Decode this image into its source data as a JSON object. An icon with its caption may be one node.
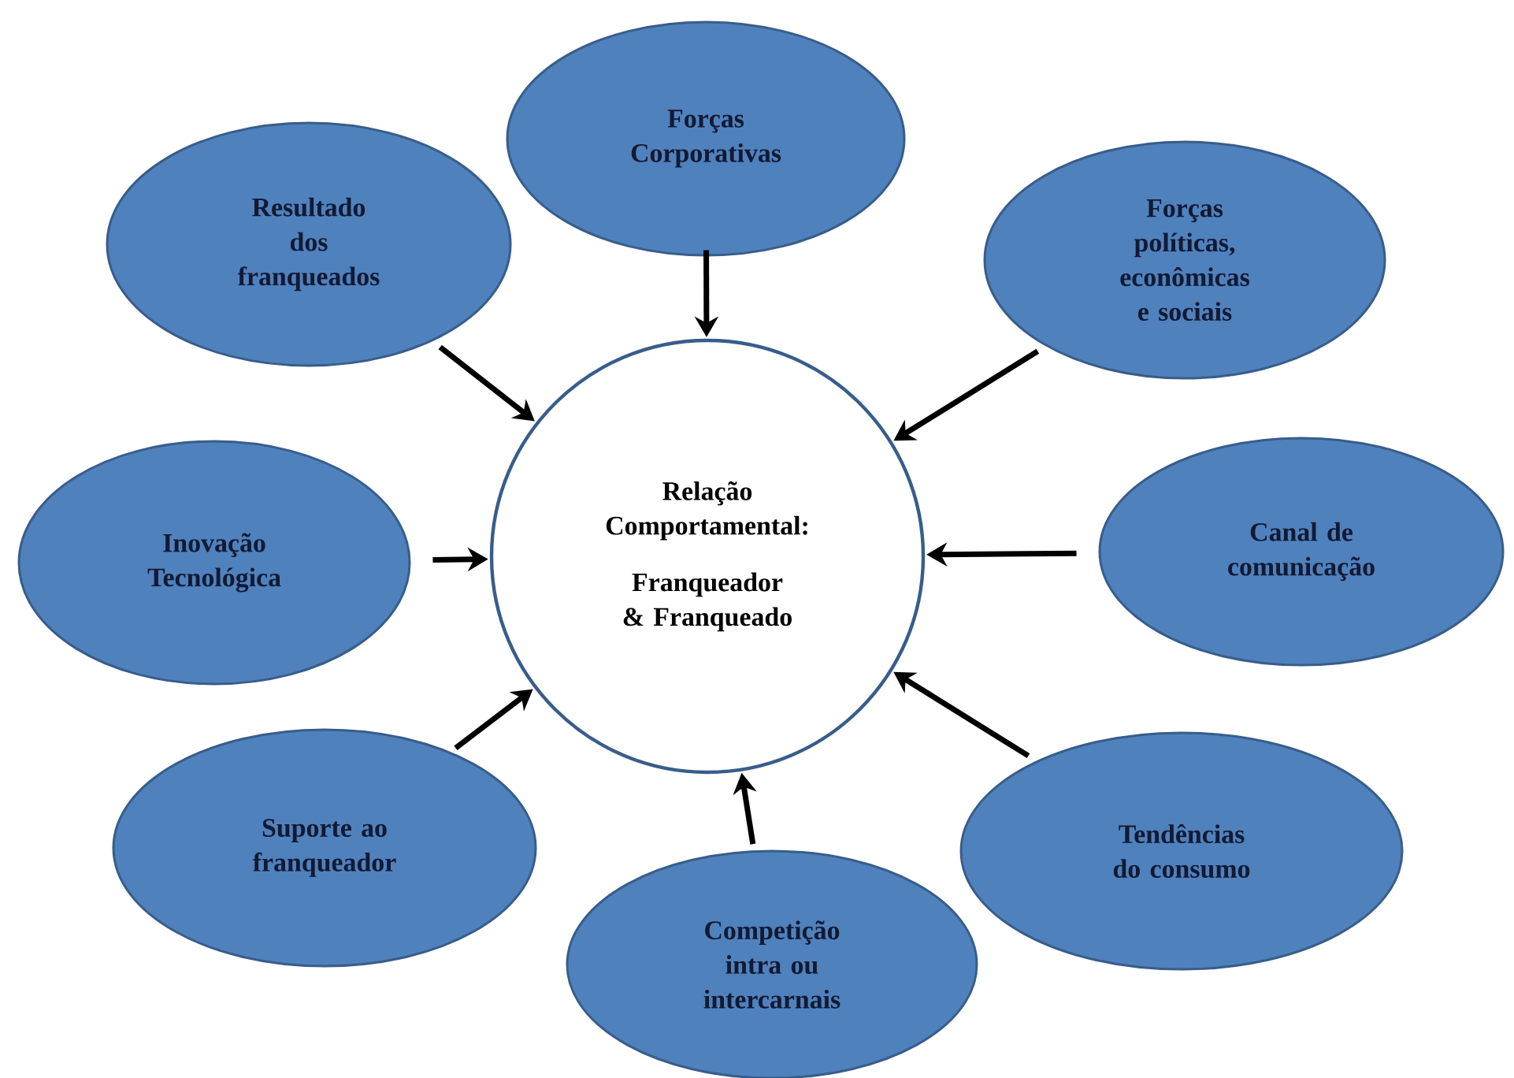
{
  "diagram": {
    "nodes": [
      {
        "text": [
          "Forças Corporativas"
        ]
      },
      {
        "text": [
          "Resultado dos franqueados"
        ]
      },
      {
        "text": [
          "Forças políticas, econômicas e sociais"
        ]
      },
      {
        "text": [
          "Relação Comportamental:",
          "Franqueador & Franqueado"
        ]
      },
      {
        "text": [
          "Inovação Tecnológica"
        ]
      },
      {
        "text": [
          "Canal de comunicação"
        ]
      },
      {
        "text": [
          "Suporte ao franqueador"
        ]
      },
      {
        "text": [
          "Tendências do consumo"
        ]
      },
      {
        "text": [
          "Competição intra ou intercarnais"
        ]
      }
    ],
    "edges": [
      {
        "from": 0,
        "to": 3,
        "arrow": "to"
      },
      {
        "from": 1,
        "to": 3,
        "arrow": "to"
      },
      {
        "from": 2,
        "to": 3,
        "arrow": "to"
      },
      {
        "from": 4,
        "to": 3,
        "arrow": "to"
      },
      {
        "from": 5,
        "to": 3,
        "arrow": "to"
      },
      {
        "from": 6,
        "to": 3,
        "arrow": "to"
      },
      {
        "from": 7,
        "to": 3,
        "arrow": "to"
      },
      {
        "from": 8,
        "to": 3,
        "arrow": "to"
      }
    ]
  }
}
